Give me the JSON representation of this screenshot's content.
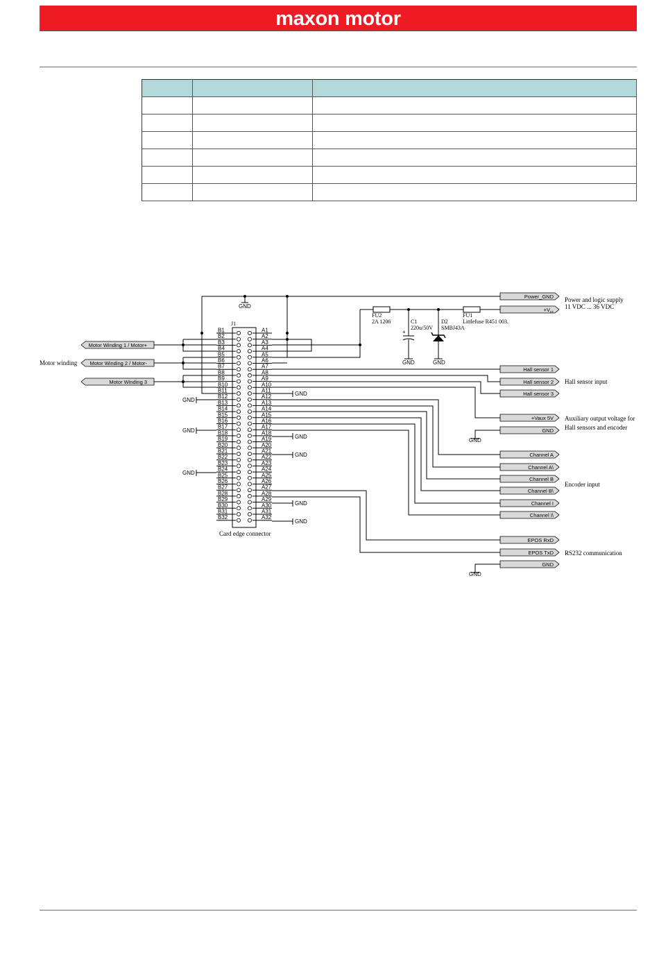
{
  "header": {
    "brand": "maxon motor",
    "brand_color": "#ed1c24"
  },
  "table": {
    "header_color": "#b2d8da",
    "columns": [
      "",
      "",
      ""
    ],
    "rows": [
      [
        "",
        "",
        ""
      ],
      [
        "",
        "",
        ""
      ],
      [
        "",
        "",
        ""
      ],
      [
        "",
        "",
        ""
      ],
      [
        "",
        "",
        ""
      ],
      [
        "",
        "",
        ""
      ]
    ]
  },
  "schematic": {
    "connector_ref": "J1",
    "connector_caption": "Card edge connector",
    "top_gnd": "GND",
    "fuse2": {
      "ref": "FU2",
      "value": "2A 1206"
    },
    "cap": {
      "ref": "C1",
      "value": "220u/50V",
      "polarity": "+"
    },
    "diode": {
      "ref": "D2",
      "value": "SMBJ43A"
    },
    "fuse1": {
      "ref": "FU1",
      "value": "Littlefuse R451 003."
    },
    "gnd_label": "GND",
    "left_signals": [
      "Motor Winding 1 / Motor+",
      "Motor Winding 2 / Motor-",
      "Motor Winding 3"
    ],
    "motor_winding_label": "Motor winding",
    "b_pins": [
      "B1",
      "B2",
      "B3",
      "B4",
      "B5",
      "B6",
      "B7",
      "B8",
      "B9",
      "B10",
      "B11",
      "B12",
      "B13",
      "B14",
      "B15",
      "B16",
      "B17",
      "B18",
      "B19",
      "B20",
      "B21",
      "B22",
      "B23",
      "B24",
      "B25",
      "B26",
      "B27",
      "B28",
      "B29",
      "B30",
      "B31",
      "B32"
    ],
    "a_pins": [
      "A1",
      "A2",
      "A3",
      "A4",
      "A5",
      "A6",
      "A7",
      "A8",
      "A9",
      "A10",
      "A11",
      "A12",
      "A13",
      "A14",
      "A15",
      "A16",
      "A17",
      "A18",
      "A19",
      "A20",
      "A21",
      "A22",
      "A23",
      "A24",
      "A25",
      "A26",
      "A27",
      "A28",
      "A29",
      "A30",
      "A31",
      "A32"
    ],
    "right_signals": [
      {
        "label": "Power_GND",
        "sub": ""
      },
      {
        "label": "+V",
        "sub": "cc"
      },
      {
        "label": "Hall sensor 1",
        "sub": ""
      },
      {
        "label": "Hall sensor 2",
        "sub": ""
      },
      {
        "label": "Hall sensor 3",
        "sub": ""
      },
      {
        "label": "+Vaux 5V",
        "sub": ""
      },
      {
        "label": "GND",
        "sub": ""
      },
      {
        "label": "Channel A",
        "sub": ""
      },
      {
        "label": "Channel A\\",
        "sub": ""
      },
      {
        "label": "Channel B",
        "sub": ""
      },
      {
        "label": "Channel B\\",
        "sub": ""
      },
      {
        "label": "Channel I",
        "sub": ""
      },
      {
        "label": "Channel I\\",
        "sub": ""
      },
      {
        "label": "EPOS RxD",
        "sub": ""
      },
      {
        "label": "EPOS TxD",
        "sub": ""
      },
      {
        "label": "GND",
        "sub": ""
      }
    ],
    "descriptions": [
      "Power and logic supply",
      "11 VDC ... 36 VDC",
      "Hall sensor input",
      "Auxiliary output voltage for",
      "Hall sensors and encoder",
      "Encoder input",
      "RS232 communication"
    ]
  }
}
